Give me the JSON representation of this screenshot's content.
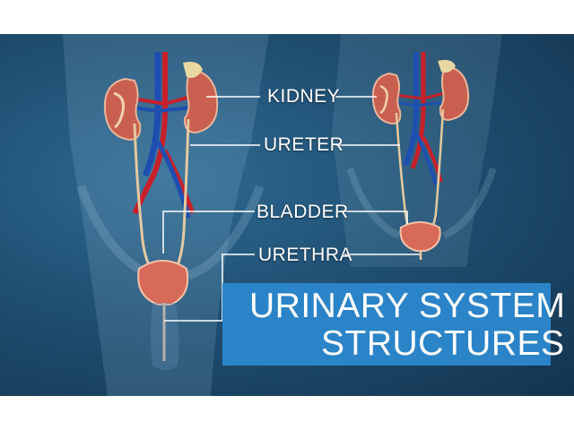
{
  "labels": {
    "kidney": "KIDNEY",
    "ureter": "URETER",
    "bladder": "BLADDER",
    "urethra": "URETHRA"
  },
  "title": {
    "line1": "URINARY SYSTEM",
    "line2": "STRUCTURES"
  },
  "colors": {
    "background": "#1f4f72",
    "title_box": "#2b84c8",
    "label_text": "#ffffff",
    "leader_line": "#ffffff",
    "aorta": "#c8202a",
    "vena_cava": "#1e4fb0",
    "kidney": "#c9604f",
    "bladder": "#d76a58"
  }
}
